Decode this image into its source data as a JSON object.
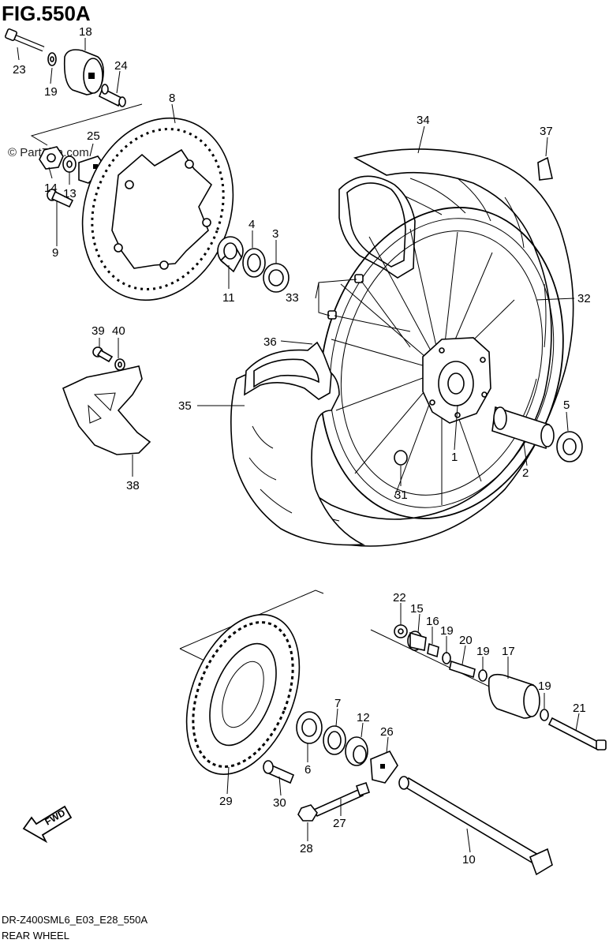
{
  "header": {
    "title": "FIG.550A"
  },
  "watermark": {
    "text": "© PartZilla.com"
  },
  "footer": {
    "code": "DR-Z400SML6_E03_E28_550A",
    "caption": "REAR WHEEL"
  },
  "fwd_arrow": {
    "label": "FWD"
  },
  "callouts": [
    {
      "id": "c1",
      "label": "1"
    },
    {
      "id": "c2",
      "label": "2"
    },
    {
      "id": "c3",
      "label": "3"
    },
    {
      "id": "c4",
      "label": "4"
    },
    {
      "id": "c5",
      "label": "5"
    },
    {
      "id": "c6",
      "label": "6"
    },
    {
      "id": "c7",
      "label": "7"
    },
    {
      "id": "c8",
      "label": "8"
    },
    {
      "id": "c9",
      "label": "9"
    },
    {
      "id": "c10",
      "label": "10"
    },
    {
      "id": "c11",
      "label": "11"
    },
    {
      "id": "c12",
      "label": "12"
    },
    {
      "id": "c13",
      "label": "13"
    },
    {
      "id": "c14",
      "label": "14"
    },
    {
      "id": "c15",
      "label": "15"
    },
    {
      "id": "c16",
      "label": "16"
    },
    {
      "id": "c17",
      "label": "17"
    },
    {
      "id": "c18",
      "label": "18"
    },
    {
      "id": "c19a",
      "label": "19"
    },
    {
      "id": "c19b",
      "label": "19"
    },
    {
      "id": "c19c",
      "label": "19"
    },
    {
      "id": "c19d",
      "label": "19"
    },
    {
      "id": "c20",
      "label": "20"
    },
    {
      "id": "c21",
      "label": "21"
    },
    {
      "id": "c22",
      "label": "22"
    },
    {
      "id": "c23",
      "label": "23"
    },
    {
      "id": "c24",
      "label": "24"
    },
    {
      "id": "c25",
      "label": "25"
    },
    {
      "id": "c26",
      "label": "26"
    },
    {
      "id": "c27",
      "label": "27"
    },
    {
      "id": "c28",
      "label": "28"
    },
    {
      "id": "c29",
      "label": "29"
    },
    {
      "id": "c30",
      "label": "30"
    },
    {
      "id": "c31",
      "label": "31"
    },
    {
      "id": "c32",
      "label": "32"
    },
    {
      "id": "c33",
      "label": "33"
    },
    {
      "id": "c34",
      "label": "34"
    },
    {
      "id": "c35",
      "label": "35"
    },
    {
      "id": "c36",
      "label": "36"
    },
    {
      "id": "c37",
      "label": "37"
    },
    {
      "id": "c38",
      "label": "38"
    },
    {
      "id": "c39",
      "label": "39"
    },
    {
      "id": "c40",
      "label": "40"
    }
  ]
}
